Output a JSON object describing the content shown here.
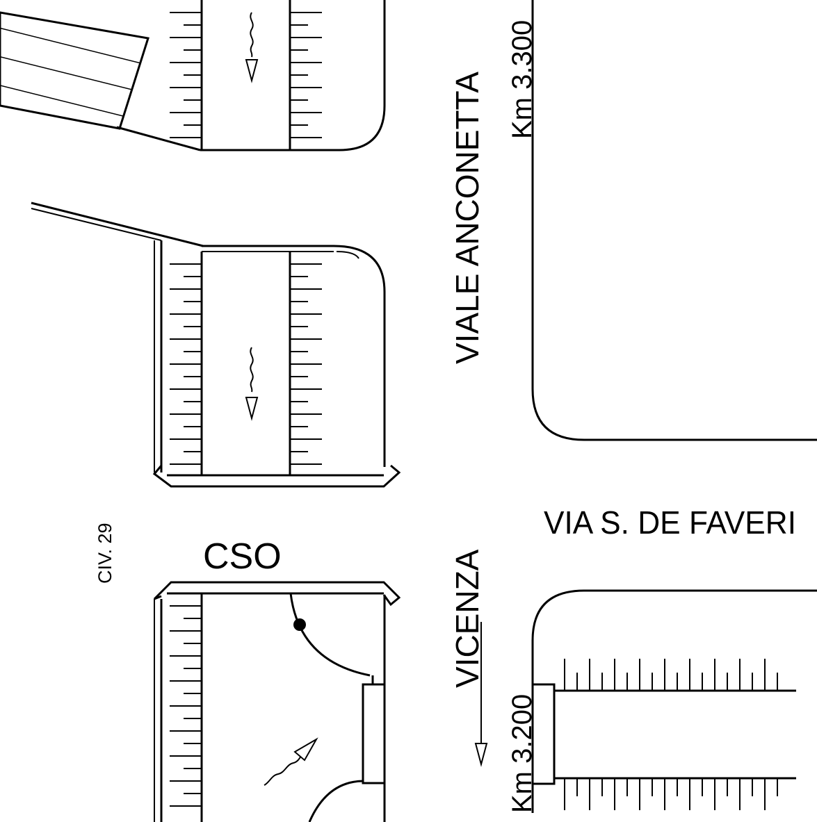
{
  "labels": {
    "viale": "VIALE ANCONETTA",
    "vicenza": "VICENZA",
    "cso": "CSO",
    "via": "VIA S. DE FAVERI",
    "km_top": "Km 3.300",
    "km_bottom": "Km 3.200",
    "civ": "CIV. 29"
  },
  "colors": {
    "ink": "#000000",
    "paper": "#ffffff"
  }
}
